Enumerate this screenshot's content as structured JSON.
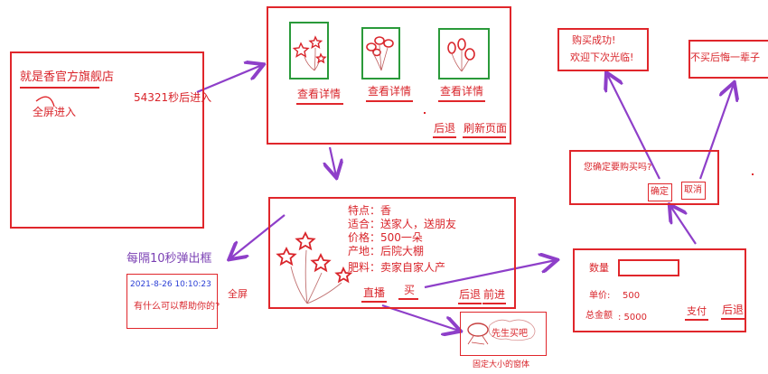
{
  "colors": {
    "frame": "#e0262b",
    "thumb_frame": "#2a9a3a",
    "arrow": "#8e3fc9",
    "text_red": "#d9252b",
    "text_purple": "#7a3fb3"
  },
  "home": {
    "store_link": "就是香官方旗舰店",
    "fullscreen_enter": "全屏进入",
    "countdown": "54321秒后进入"
  },
  "list_page": {
    "items": [
      {
        "icon": "red-stars-icon",
        "label": "查看详情"
      },
      {
        "icon": "red-balloons-icon",
        "label": "查看详情"
      },
      {
        "icon": "red-ovals-icon",
        "label": "查看详情"
      }
    ],
    "back_label": "后退",
    "refresh_label": "刷新页面"
  },
  "detail_page": {
    "specs": [
      "特点：香",
      "适合：送家人，送朋友",
      "价格：500一朵",
      "产地：后院大棚",
      "肥料：卖家自家人产"
    ],
    "live_label": "直播",
    "buy_label": "买",
    "back_label": "后退",
    "forward_label": "前进"
  },
  "popup": {
    "caption": "每隔10秒弹出框",
    "timestamp": "2021-8-26 10:10:23",
    "message": "有什么可以帮助你的?",
    "fullscreen_label": "全屏"
  },
  "live_window": {
    "bubble": "先生买吧",
    "caption": "固定大小的窗体"
  },
  "order_page": {
    "qty_label": "数量",
    "unit_price_label": "单价:",
    "unit_price_value": "500",
    "total_label": "总金额",
    "total_value": ": 5000",
    "pay_label": "支付",
    "back_label": "后退"
  },
  "confirm_dialog": {
    "question": "您确定要购买吗?",
    "ok_label": "确定",
    "cancel_label": "取消"
  },
  "success_box": {
    "line1": "购买成功!",
    "line2": "欢迎下次光临!"
  },
  "regret_box": {
    "text": "不买后悔一辈子"
  }
}
